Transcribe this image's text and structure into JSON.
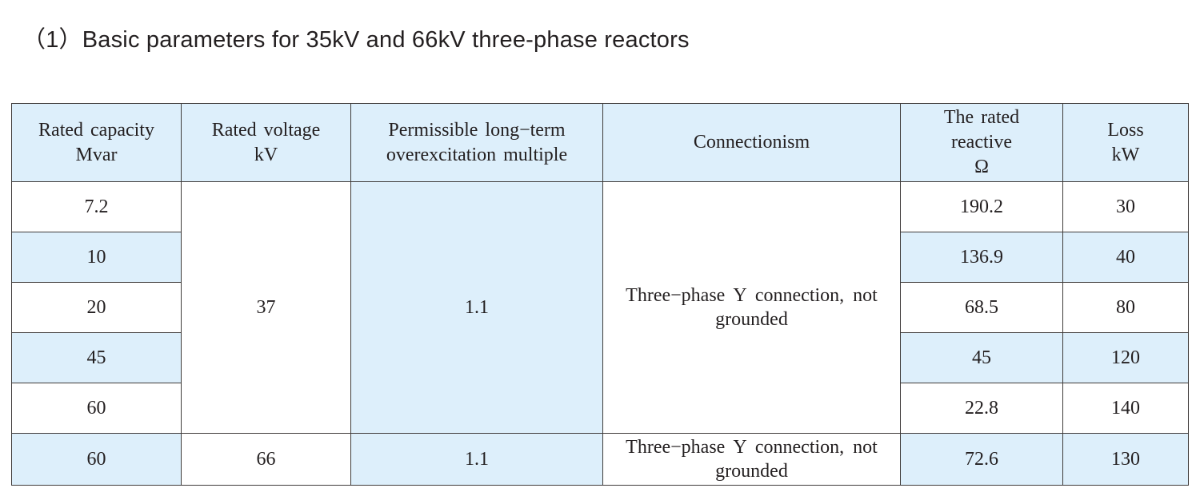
{
  "title": "（1）Basic parameters for 35kV and 66kV three-phase reactors",
  "colors": {
    "cell_blue": "#ddeffb",
    "cell_white": "#ffffff",
    "border": "#3f3b3a",
    "text": "#231f20"
  },
  "table": {
    "headers": [
      {
        "line1": "Rated capacity",
        "line2": "Mvar",
        "line3": ""
      },
      {
        "line1": "Rated voltage",
        "line2": "kV",
        "line3": ""
      },
      {
        "line1": "Permissible long−term",
        "line2": "overexcitation multiple",
        "line3": ""
      },
      {
        "line1": "Connectionism",
        "line2": "",
        "line3": ""
      },
      {
        "line1": "The rated",
        "line2": "reactive",
        "line3": "Ω"
      },
      {
        "line1": "Loss",
        "line2": "kW",
        "line3": ""
      }
    ],
    "rows": [
      {
        "rated_capacity": "7.2",
        "rated_voltage": "37",
        "overexcitation": "1.1",
        "connection": "Three−phase Y connection, not grounded",
        "rated_reactive": "190.2",
        "loss": "30"
      },
      {
        "rated_capacity": "10",
        "rated_voltage": "",
        "overexcitation": "",
        "connection": "",
        "rated_reactive": "136.9",
        "loss": "40"
      },
      {
        "rated_capacity": "20",
        "rated_voltage": "",
        "overexcitation": "",
        "connection": "",
        "rated_reactive": "68.5",
        "loss": "80"
      },
      {
        "rated_capacity": "45",
        "rated_voltage": "",
        "overexcitation": "",
        "connection": "",
        "rated_reactive": "45",
        "loss": "120"
      },
      {
        "rated_capacity": "60",
        "rated_voltage": "",
        "overexcitation": "",
        "connection": "",
        "rated_reactive": "22.8",
        "loss": "140"
      },
      {
        "rated_capacity": "60",
        "rated_voltage": "66",
        "overexcitation": "1.1",
        "connection": "Three−phase Y connection, not grounded",
        "rated_reactive": "72.6",
        "loss": "130"
      }
    ]
  }
}
